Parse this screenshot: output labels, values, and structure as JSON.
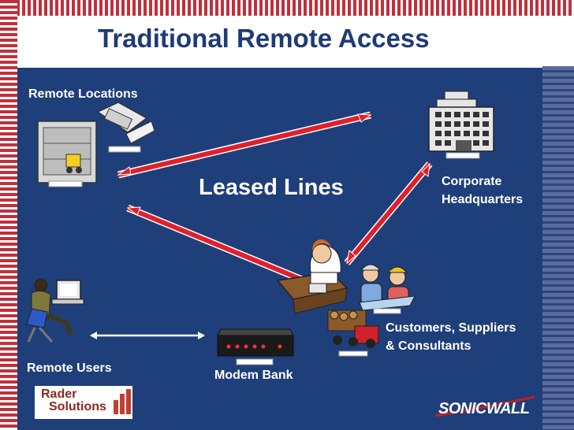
{
  "title": "Traditional Remote Access",
  "center_label": "Leased Lines",
  "nodes": {
    "remote_locations": "Remote Locations",
    "corporate_hq": [
      "Corporate",
      "Headquarters"
    ],
    "customers": [
      "Customers, Suppliers",
      "& Consultants"
    ],
    "remote_users": "Remote Users",
    "modem_bank": "Modem Bank"
  },
  "logos": {
    "rader": [
      "Rader",
      "Solutions"
    ],
    "sonicwall": "SONICWALL"
  },
  "colors": {
    "panel": "#1f3f7a",
    "title": "#1f3a78",
    "line_red": "#e0202a",
    "accent_stripes": "#c0303c"
  }
}
